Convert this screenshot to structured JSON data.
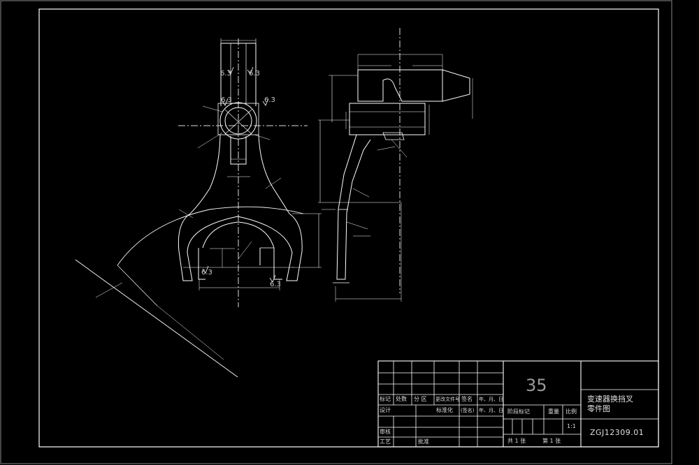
{
  "drawing": {
    "roughness_marks": [
      "6.3",
      "6.3",
      "6.3",
      "6.3",
      "6.3",
      "6.3"
    ],
    "colors": {
      "background": "#000000",
      "line": "#ffffff",
      "text": "#dcdcdc"
    }
  },
  "title_block": {
    "material": "35",
    "part_name_line1": "变速器换挡叉",
    "part_name_line2": "零件图",
    "drawing_number": "ZGJ12309.01",
    "row_labels": {
      "mark": "标记",
      "count": "处数",
      "zone": "分 区",
      "change_doc": "更改文件号",
      "signature": "签名",
      "date": "年、月、日",
      "design": "设计",
      "standardize": "标准化",
      "sign_small": "(签名)",
      "date_small": "年、月、日",
      "review": "审核",
      "process": "工艺",
      "approve": "批准"
    },
    "stage_label": "阶段标记",
    "weight_label": "重量",
    "scale_label": "比例",
    "scale_value": "1:1",
    "sheet_total": "共 1 张",
    "sheet_index": "第 1 张"
  }
}
